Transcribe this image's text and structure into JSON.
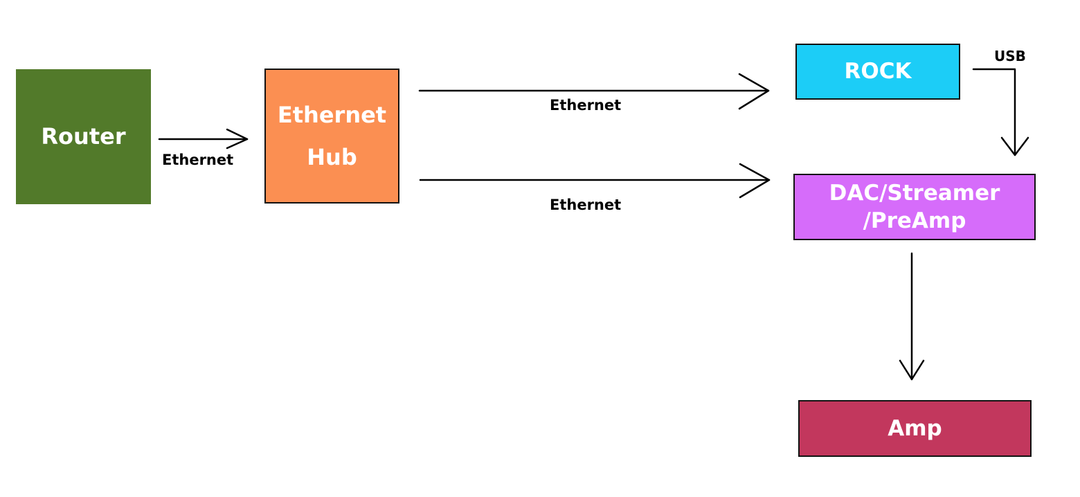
{
  "nodes": {
    "router": {
      "label": "Router",
      "fill": "#527a2a"
    },
    "hub": {
      "label_line1": "Ethernet",
      "label_line2": "Hub",
      "fill": "#fb8f52"
    },
    "rock": {
      "label": "ROCK",
      "fill": "#1ccdf7"
    },
    "dac": {
      "label_line1": "DAC/Streamer",
      "label_line2": "/PreAmp",
      "fill": "#d66cfa"
    },
    "amp": {
      "label": "Amp",
      "fill": "#c2375d"
    }
  },
  "edges": {
    "router_hub": {
      "label": "Ethernet"
    },
    "hub_rock": {
      "label": "Ethernet"
    },
    "hub_dac": {
      "label": "Ethernet"
    },
    "rock_dac": {
      "label": "USB"
    },
    "dac_amp": {
      "label": ""
    }
  },
  "colors": {
    "line": "#000000",
    "node_text": "#ffffff"
  }
}
